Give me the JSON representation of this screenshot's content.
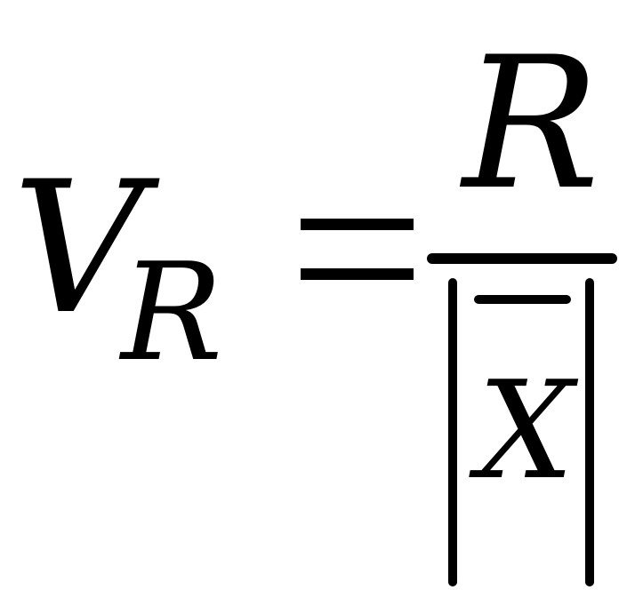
{
  "formula": {
    "lhs": {
      "symbol": "V",
      "subscript": "R"
    },
    "operator": "=",
    "fraction": {
      "numerator": "R",
      "denominator": {
        "variable": "X",
        "has_bar": true,
        "has_absolute_value": true
      }
    }
  },
  "colors": {
    "ink": "#000000",
    "background": "#ffffff"
  }
}
